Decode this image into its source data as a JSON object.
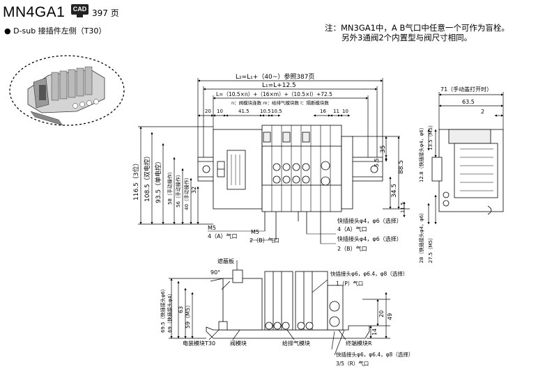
{
  "header": {
    "model": "MN4GA1",
    "cad_badge": "CAD",
    "cad_page": "397 页",
    "subtitle": "● D-sub 接插件左侧（T30）"
  },
  "notes": {
    "line1": "注：MN3GA1中，A B气口中任意一个可作为盲栓。",
    "line2": "另外3通阀2个内置型与阀尺寸相同。"
  },
  "top_dims": {
    "l2": "L₂=L₁+（40~）参照387页",
    "l1": "L₁=L+12.5",
    "l": "L=（10.5×n）+（16×m）+（10.5×l）+72.5",
    "l_note": "n：阀模块连数  m：给排气模块数  l：隔断模块数",
    "d20": "20",
    "d10": "10",
    "d41_5": "41.5",
    "d10_5a": "10.5",
    "d10_5b": "10.5",
    "d16": "16",
    "d11": "11",
    "d10r": "10"
  },
  "left_dims": {
    "d116_5": "116.5（3位）",
    "d108_5": "108.5（双电控）",
    "d93_5": "93.5（单电控）",
    "d58": "58（手动操作）",
    "d56": "56（手动操作）",
    "d40": "40（手动操作）",
    "d32": "32"
  },
  "right_dims": {
    "d35": "35",
    "d5_5": "5.5",
    "d88_5": "88.5",
    "d34_5": "34.5",
    "d11_5": "11.5"
  },
  "front_callouts": {
    "m5_4a": "M5",
    "m5_4a_port": "4（A）气口",
    "m5_2b": "M5",
    "m5_2b_port": "2（B）气口",
    "qc_4a": "快插接头φ4，φ6（选择）",
    "qc_4a_port": "4（A）气口",
    "qc_2b": "快插接头φ4，φ6（选择）",
    "qc_2b_port": "2（B）气口"
  },
  "side_view": {
    "d71": "71（手动盖打开时）",
    "d63_5": "63.5",
    "d2": "2",
    "d12_8": "12.8（快插接头φ4，φ6）",
    "d13_5": "13.5（M5）",
    "d28": "28（快插接头φ4，φ6）",
    "d27_5": "27.5（M5）"
  },
  "bottom_view": {
    "cover_plate": "遮蔽板",
    "angle": "90°",
    "d69_5": "69.5（快插接头φ6）",
    "d69": "69（快插接头φ4）",
    "d63": "63",
    "d59": "59（M5）",
    "qc_1p": "快插接头φ6，φ6.4，φ8（选择）",
    "port_1p": "1（P）气口",
    "d14": "14",
    "d20": "20",
    "d49": "49",
    "qc_35r": "快插接头φ6，φ6.4，φ8（选择）",
    "port_35r": "3/5（R）气口",
    "lbl_electrical": "电装模块T30",
    "lbl_valve": "阀模块",
    "lbl_supply": "给排气模块",
    "lbl_end": "终端模块R"
  }
}
